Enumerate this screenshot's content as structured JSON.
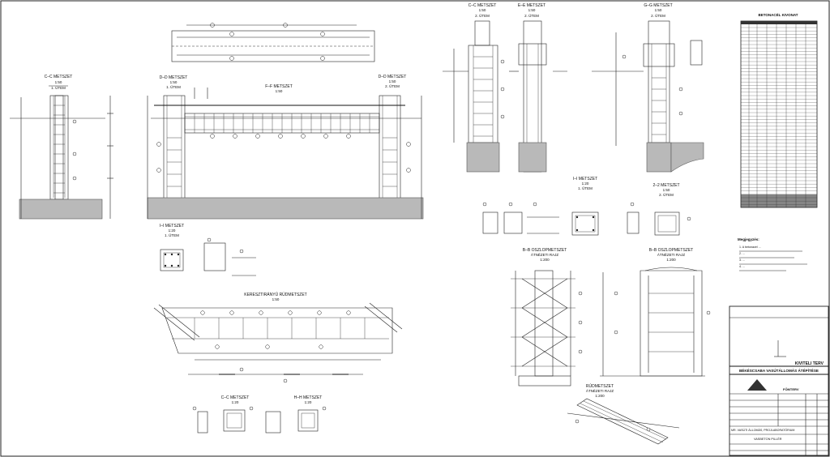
{
  "drawing": {
    "view_titles": {
      "c_c_left": "C–C METSZET",
      "d_d_left": "D–D METSZET",
      "f_f": "F–F METSZET",
      "d_d_right": "D–D METSZET",
      "c_c_right": "C–C METSZET",
      "e_e": "E–E METSZET",
      "g_g": "G–G METSZET",
      "i_i_left": "I–I METSZET",
      "i_i_right": "I–I METSZET",
      "two_two": "2–2 METSZET",
      "keresztirany": "KERESZTIRÁNYÚ RÚDMETSZET",
      "c_c_bottom": "C–C METSZET",
      "h_h": "H–H METSZET",
      "b_b_oszlop": "B–B OSZLOPMETSZET",
      "b_b_oszlop_right": "B–B OSZLOPMETSZET",
      "b_b_sub": "ÁTNÉZETI RAJZ",
      "b_b_sub_right": "ÁTNÉZETI RAJZ",
      "rudmetszet": "RÚDMETSZET",
      "rudmetszet_sub": "ÁTNÉZETI RAJZ"
    },
    "scales": {
      "s50": "1:50",
      "s20": "1:20",
      "s200": "1:200"
    },
    "utem": {
      "u1": "1. ÜTEM",
      "u2": "2. ÜTEM"
    },
    "schedule_title": "BETONACÉL KIVONAT",
    "notes_title": "Megjegyzés:",
    "notes": [
      "1. A betonacél ...",
      "2. ... ",
      "3. ...",
      "4. ..."
    ],
    "title_block": {
      "status": "KIVITELI TERV",
      "project": "BÉKÉSCSABA VASÚTÁLLOMÁS ÁTÉPÍTÉSE",
      "object": "MR. VASÚTI ÁLLOMÁS, PROJLABORATÓRIUM",
      "drawing_name": "VASBETON PILLÉR",
      "company": "FŐMTERV"
    }
  }
}
